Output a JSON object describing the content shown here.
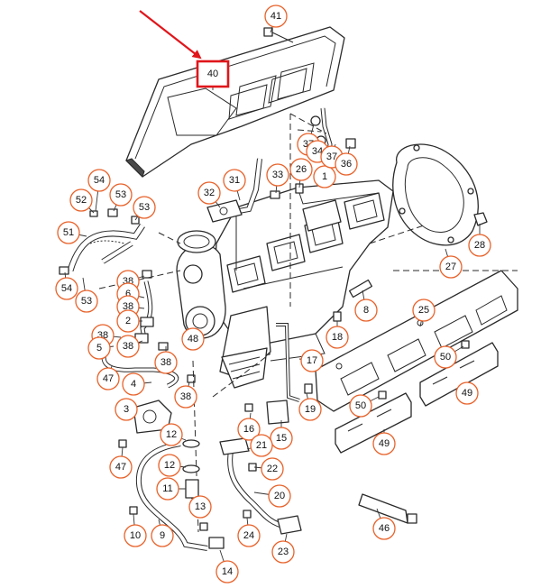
{
  "callouts": [
    {
      "id": "41",
      "label": "41"
    },
    {
      "id": "40",
      "label": "40",
      "highlighted": true
    },
    {
      "id": "31",
      "label": "31"
    },
    {
      "id": "32",
      "label": "32"
    },
    {
      "id": "33",
      "label": "33"
    },
    {
      "id": "26",
      "label": "26"
    },
    {
      "id": "1",
      "label": "1"
    },
    {
      "id": "37a",
      "label": "37"
    },
    {
      "id": "34",
      "label": "34"
    },
    {
      "id": "37b",
      "label": "37"
    },
    {
      "id": "36",
      "label": "36"
    },
    {
      "id": "54a",
      "label": "54"
    },
    {
      "id": "52",
      "label": "52"
    },
    {
      "id": "53a",
      "label": "53"
    },
    {
      "id": "53b",
      "label": "53"
    },
    {
      "id": "51",
      "label": "51"
    },
    {
      "id": "54b",
      "label": "54"
    },
    {
      "id": "53c",
      "label": "53"
    },
    {
      "id": "28",
      "label": "28"
    },
    {
      "id": "27",
      "label": "27"
    },
    {
      "id": "38a",
      "label": "38"
    },
    {
      "id": "6",
      "label": "6"
    },
    {
      "id": "38b",
      "label": "38"
    },
    {
      "id": "2",
      "label": "2"
    },
    {
      "id": "38c",
      "label": "38"
    },
    {
      "id": "5",
      "label": "5"
    },
    {
      "id": "38d",
      "label": "38"
    },
    {
      "id": "48",
      "label": "48"
    },
    {
      "id": "38e",
      "label": "38"
    },
    {
      "id": "47a",
      "label": "47"
    },
    {
      "id": "4",
      "label": "4"
    },
    {
      "id": "38f",
      "label": "38"
    },
    {
      "id": "8",
      "label": "8"
    },
    {
      "id": "25",
      "label": "25"
    },
    {
      "id": "18",
      "label": "18"
    },
    {
      "id": "17",
      "label": "17"
    },
    {
      "id": "50a",
      "label": "50"
    },
    {
      "id": "49a",
      "label": "49"
    },
    {
      "id": "50b",
      "label": "50"
    },
    {
      "id": "49b",
      "label": "49"
    },
    {
      "id": "19",
      "label": "19"
    },
    {
      "id": "3",
      "label": "3"
    },
    {
      "id": "12a",
      "label": "12"
    },
    {
      "id": "16",
      "label": "16"
    },
    {
      "id": "15",
      "label": "15"
    },
    {
      "id": "21",
      "label": "21"
    },
    {
      "id": "47b",
      "label": "47"
    },
    {
      "id": "12b",
      "label": "12"
    },
    {
      "id": "22",
      "label": "22"
    },
    {
      "id": "11",
      "label": "11"
    },
    {
      "id": "20",
      "label": "20"
    },
    {
      "id": "13",
      "label": "13"
    },
    {
      "id": "10",
      "label": "10"
    },
    {
      "id": "9",
      "label": "9"
    },
    {
      "id": "24",
      "label": "24"
    },
    {
      "id": "23",
      "label": "23"
    },
    {
      "id": "46",
      "label": "46"
    },
    {
      "id": "14",
      "label": "14"
    }
  ],
  "colors": {
    "callout_border": "#e8622a",
    "highlight_box": "#e0161b",
    "pointer_arrow": "#e0161b",
    "line_art": "#2a2a2a"
  }
}
